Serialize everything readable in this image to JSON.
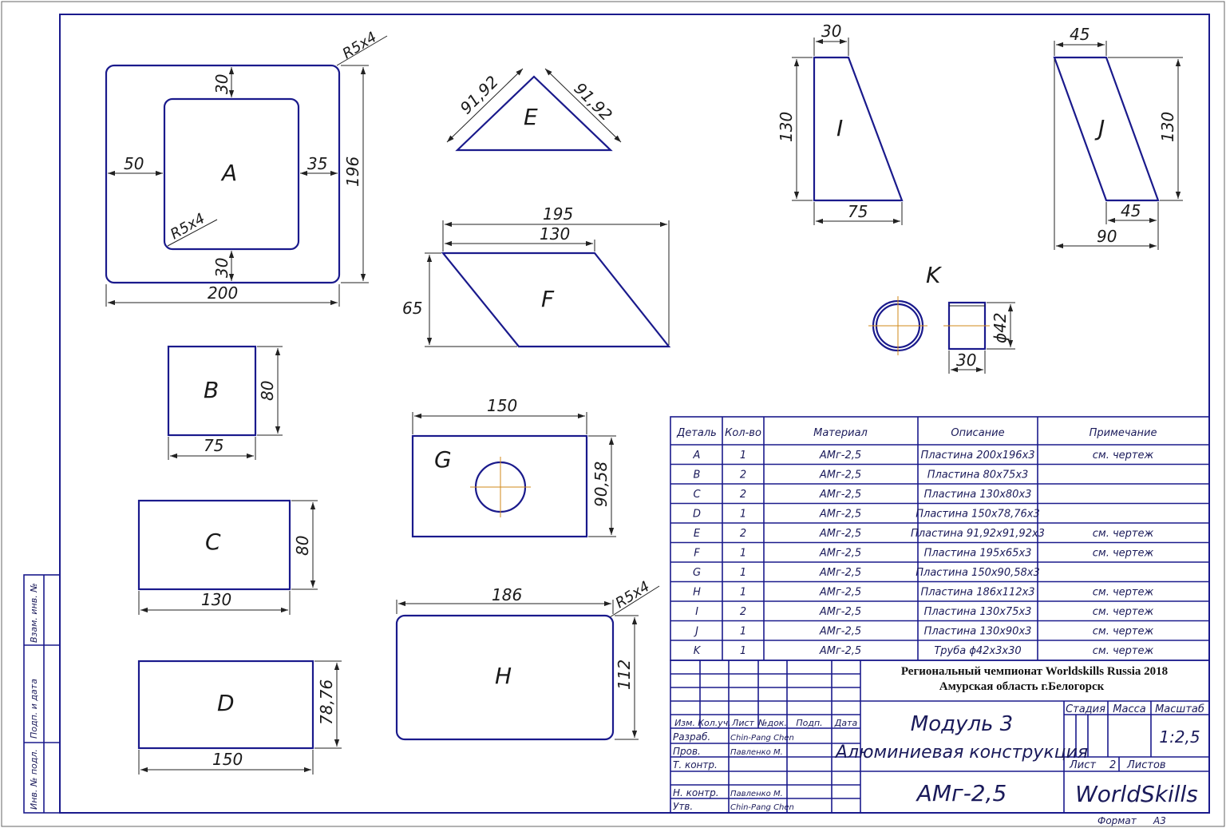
{
  "sheet": {
    "border_color": "#1a1a8c",
    "centerline_color": "#d08a1a"
  },
  "parts": {
    "A": {
      "label": "A",
      "dims": {
        "top": "30",
        "bottom": "30",
        "left": "50",
        "right": "35",
        "height": "196",
        "width": "200",
        "outer_radius": "R5x4",
        "inner_radius": "R5x4"
      }
    },
    "B": {
      "label": "B",
      "dims": {
        "height": "80",
        "width": "75"
      }
    },
    "C": {
      "label": "C",
      "dims": {
        "height": "80",
        "width": "130"
      }
    },
    "D": {
      "label": "D",
      "dims": {
        "height": "78,76",
        "width": "150"
      }
    },
    "E": {
      "label": "E",
      "dims": {
        "left": "91,92",
        "right": "91,92"
      }
    },
    "F": {
      "label": "F",
      "dims": {
        "total": "195",
        "top": "130",
        "height": "65"
      }
    },
    "G": {
      "label": "G",
      "dims": {
        "width": "150",
        "height": "90,58"
      }
    },
    "H": {
      "label": "H",
      "dims": {
        "width": "186",
        "height": "112",
        "radius": "R5x4"
      }
    },
    "I": {
      "label": "I",
      "dims": {
        "top": "30",
        "height": "130",
        "bottom": "75"
      }
    },
    "J": {
      "label": "J",
      "dims": {
        "top": "45",
        "height": "130",
        "bottom": "45",
        "total": "90"
      }
    },
    "K": {
      "label": "K",
      "dims": {
        "diameter": "ϕ42",
        "length": "30"
      }
    }
  },
  "spec_table": {
    "headers": [
      "Деталь",
      "Кол-во",
      "Материал",
      "Описание",
      "Примечание"
    ],
    "rows": [
      [
        "A",
        "1",
        "АМг-2,5",
        "Пластина 200х196х3",
        "см. чертеж"
      ],
      [
        "B",
        "2",
        "АМг-2,5",
        "Пластина 80х75х3",
        ""
      ],
      [
        "C",
        "2",
        "АМг-2,5",
        "Пластина 130х80х3",
        ""
      ],
      [
        "D",
        "1",
        "АМг-2,5",
        "Пластина 150х78,76х3",
        ""
      ],
      [
        "E",
        "2",
        "АМг-2,5",
        "Пластина 91,92х91,92х3",
        "см. чертеж"
      ],
      [
        "F",
        "1",
        "АМг-2,5",
        "Пластина 195х65х3",
        "см. чертеж"
      ],
      [
        "G",
        "1",
        "АМг-2,5",
        "Пластина 150х90,58х3",
        ""
      ],
      [
        "H",
        "1",
        "АМг-2,5",
        "Пластина 186х112х3",
        "см. чертеж"
      ],
      [
        "I",
        "2",
        "АМг-2,5",
        "Пластина 130х75х3",
        "см. чертеж"
      ],
      [
        "J",
        "1",
        "АМг-2,5",
        "Пластина 130х90х3",
        "см. чертеж"
      ],
      [
        "K",
        "1",
        "АМг-2,5",
        "Труба ϕ42х3х30",
        "см. чертеж"
      ]
    ]
  },
  "title_block": {
    "championship_line1": "Региональный чемпионат Worldskills Russia 2018",
    "championship_line2": "Амурская область г.Белогорск",
    "revision_headers": [
      "Изм.",
      "Кол.уч.",
      "Лист",
      "№док.",
      "Подп.",
      "Дата"
    ],
    "roles": [
      {
        "role": "Разраб.",
        "name": "Chin-Pang Chen"
      },
      {
        "role": "Пров.",
        "name": "Павленко М."
      },
      {
        "role": "Т. контр.",
        "name": ""
      },
      {
        "role": "",
        "name": ""
      },
      {
        "role": "Н. контр.",
        "name": "Павленко М."
      },
      {
        "role": "Утв.",
        "name": "Chin-Pang Chen"
      }
    ],
    "title_line1": "Модуль 3",
    "title_line2": "Алюминиевая конструкция",
    "material": "АМг-2,5",
    "stage_label": "Стадия",
    "mass_label": "Масса",
    "scale_label": "Масштаб",
    "scale_value": "1:2,5",
    "sheet_label": "Лист",
    "sheet_number": "2",
    "sheets_label": "Листов",
    "organization": "WorldSkills",
    "format_label": "Формат",
    "format_value": "А3"
  },
  "side_stamp": {
    "cells": [
      "Взам. инв. №",
      "Подп. и дата",
      "Инв. № подл."
    ]
  }
}
